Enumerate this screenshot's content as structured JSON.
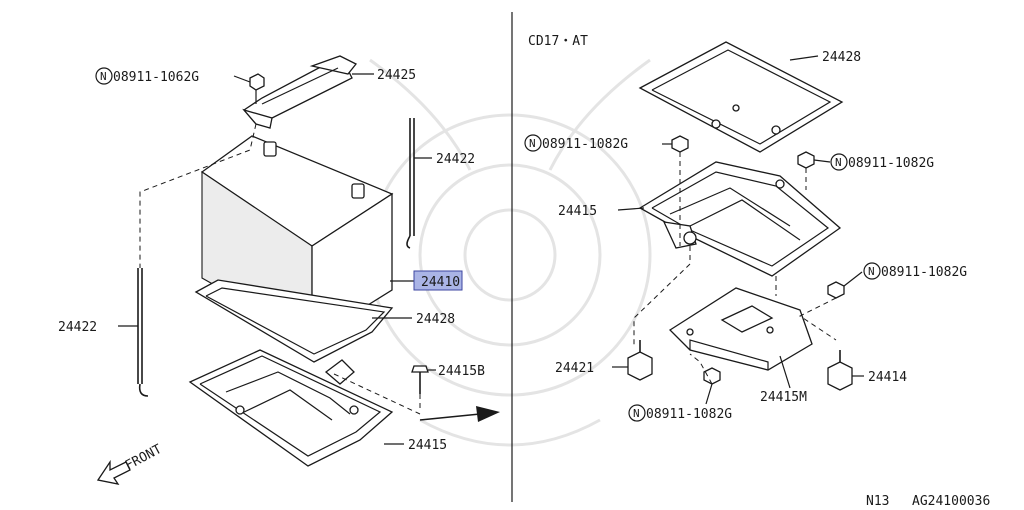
{
  "variant_label": "CD17・AT",
  "footer": {
    "page_code": "N13",
    "figure_id": "AG24100036"
  },
  "colors": {
    "highlight": "#aab4e6",
    "ink": "#1a1a1a"
  },
  "icons": {
    "nut_marker": "N-circle-icon",
    "front_arrow": "front-arrow-icon"
  },
  "front_label": "FRONT",
  "highlighted_part": "24410",
  "callouts_left": {
    "nut_top": "08911-1062G",
    "hold_down_clamp": "24425",
    "rod_right": "24422",
    "battery": "24410",
    "tray_cover": "24428",
    "rod_left": "24422",
    "bolt": "24415B",
    "tray": "24415"
  },
  "callouts_right": {
    "cover": "24428",
    "nut_upper_left": "08911-1082G",
    "nut_upper_right": "08911-1082G",
    "tray": "24415",
    "nut_mid_right": "08911-1082G",
    "bracket_left": "24421",
    "bracket_right": "24414",
    "support": "24415M",
    "nut_bottom": "08911-1082G"
  }
}
